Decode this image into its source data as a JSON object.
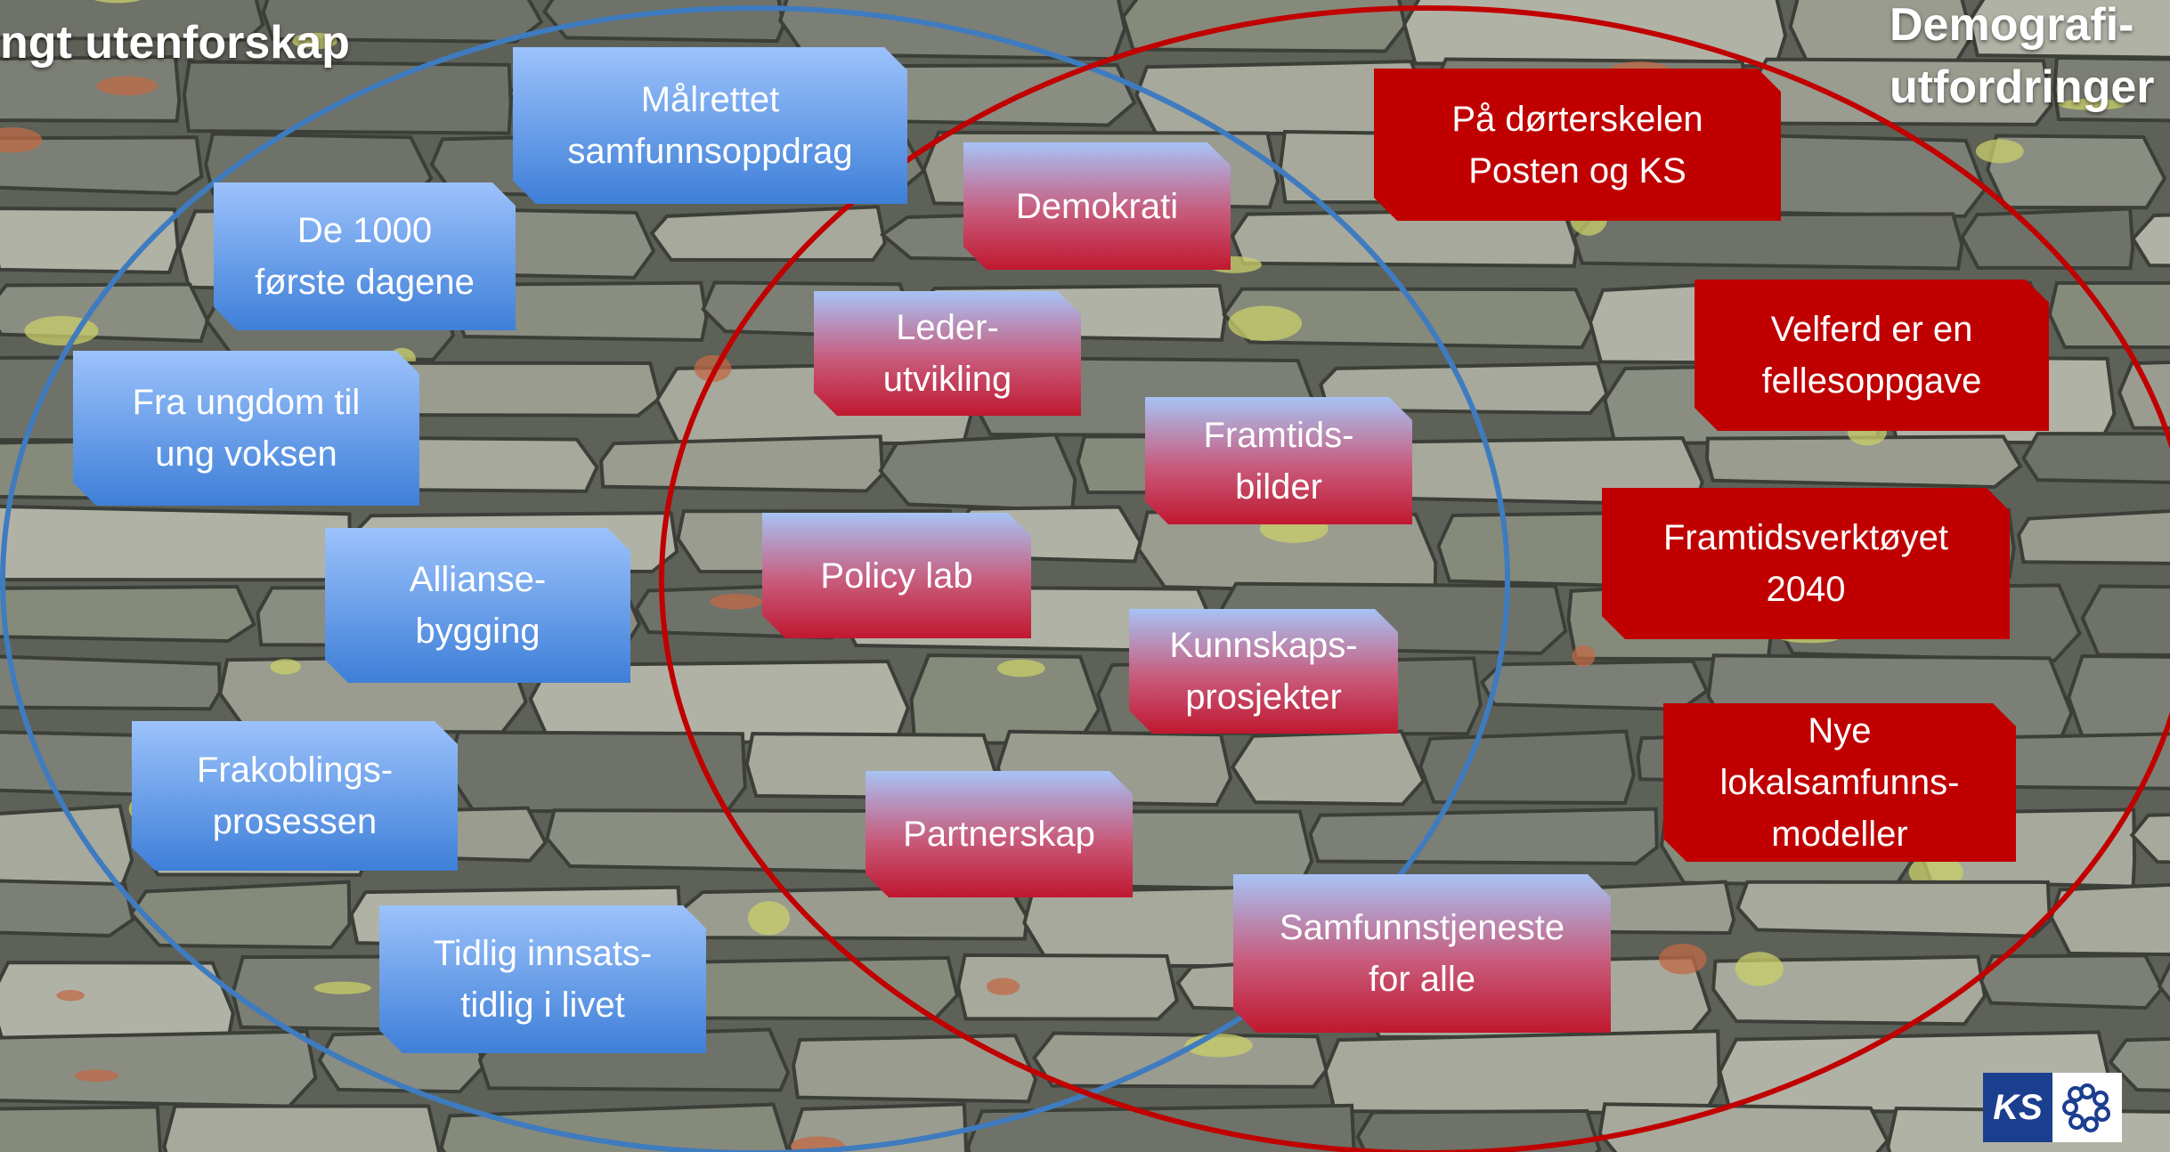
{
  "headings": {
    "left": "ngt utenforskap",
    "right_line1": "Demografi-",
    "right_line2": "utfordringer"
  },
  "blue_boxes": [
    {
      "lines": [
        "Målrettet",
        "samfunnsoppdrag"
      ]
    },
    {
      "lines": [
        "De 1000",
        "første dagene"
      ]
    },
    {
      "lines": [
        "Fra ungdom til",
        "ung voksen"
      ]
    },
    {
      "lines": [
        "Allianse-",
        "bygging"
      ]
    },
    {
      "lines": [
        "Frakoblings-",
        "prosessen"
      ]
    },
    {
      "lines": [
        "Tidlig innsats-",
        "tidlig i livet"
      ]
    }
  ],
  "shared_boxes": [
    {
      "lines": [
        "Demokrati"
      ]
    },
    {
      "lines": [
        "Leder-",
        "utvikling"
      ]
    },
    {
      "lines": [
        "Framtids-",
        "bilder"
      ]
    },
    {
      "lines": [
        "Policy lab"
      ]
    },
    {
      "lines": [
        "Kunnskaps-",
        "prosjekter"
      ]
    },
    {
      "lines": [
        "Partnerskap"
      ]
    },
    {
      "lines": [
        "Samfunnstjeneste",
        "for alle"
      ]
    }
  ],
  "red_boxes": [
    {
      "lines": [
        "På dørterskelen",
        "Posten og KS"
      ]
    },
    {
      "lines": [
        "Velferd er en",
        "fellesoppgave"
      ]
    },
    {
      "lines": [
        "Framtidsverktøyet",
        "2040"
      ]
    },
    {
      "lines": [
        "Nye",
        "lokalsamfunns-",
        "modeller"
      ]
    }
  ],
  "logo": {
    "text": "KS"
  },
  "colors": {
    "blue_circle": "#3f7bbf",
    "red_circle": "#c00000",
    "red_box": "#c00000"
  }
}
